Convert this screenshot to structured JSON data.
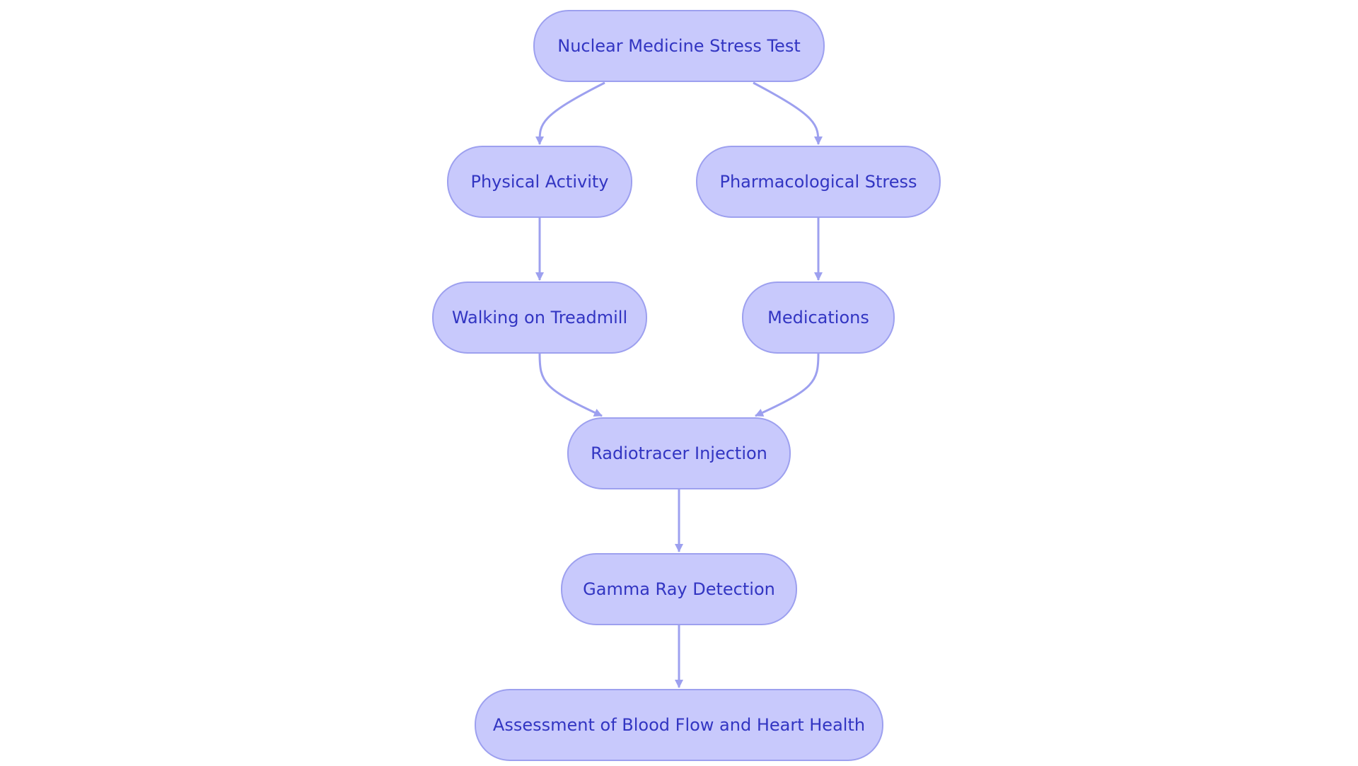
{
  "colors": {
    "node_fill": "#c8c9fc",
    "node_border": "#9da0ef",
    "node_text": "#3235c2",
    "edge": "#9da0ef",
    "background": "#ffffff"
  },
  "diagram": {
    "type": "flowchart",
    "direction": "top-to-bottom",
    "nodes": [
      {
        "id": "stress_test",
        "label": "Nuclear Medicine Stress Test"
      },
      {
        "id": "physical_activity",
        "label": "Physical Activity"
      },
      {
        "id": "pharmacological_stress",
        "label": "Pharmacological Stress"
      },
      {
        "id": "treadmill",
        "label": "Walking on Treadmill"
      },
      {
        "id": "medications",
        "label": "Medications"
      },
      {
        "id": "radiotracer",
        "label": "Radiotracer Injection"
      },
      {
        "id": "gamma",
        "label": "Gamma Ray Detection"
      },
      {
        "id": "assessment",
        "label": "Assessment of Blood Flow and Heart Health"
      }
    ],
    "edges": [
      {
        "from": "stress_test",
        "to": "physical_activity"
      },
      {
        "from": "stress_test",
        "to": "pharmacological_stress"
      },
      {
        "from": "physical_activity",
        "to": "treadmill"
      },
      {
        "from": "pharmacological_stress",
        "to": "medications"
      },
      {
        "from": "treadmill",
        "to": "radiotracer"
      },
      {
        "from": "medications",
        "to": "radiotracer"
      },
      {
        "from": "radiotracer",
        "to": "gamma"
      },
      {
        "from": "gamma",
        "to": "assessment"
      }
    ]
  }
}
